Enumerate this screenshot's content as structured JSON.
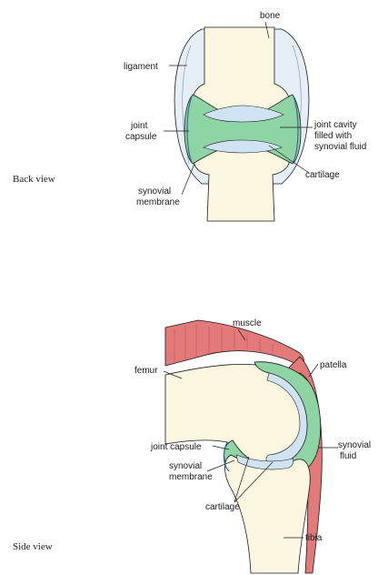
{
  "back_view": {
    "title": "Back view",
    "labels": {
      "bone": "bone",
      "ligament": "ligament",
      "joint_capsule_1": "joint",
      "joint_capsule_2": "capsule",
      "joint_cavity_1": "joint cavity",
      "joint_cavity_2": "filled with",
      "joint_cavity_3": "synovial fluid",
      "cartilage": "cartilage",
      "synovial_membrane_1": "synovial",
      "synovial_membrane_2": "membrane"
    }
  },
  "side_view": {
    "title": "Side view",
    "labels": {
      "muscle": "muscle",
      "femur": "femur",
      "patella": "patella",
      "joint_capsule": "joint capsule",
      "synovial_fluid_1": "synovial",
      "synovial_fluid_2": "fluid",
      "synovial_membrane_1": "synovial",
      "synovial_membrane_2": "membrane",
      "cartilage": "cartilage",
      "tibia": "tibia"
    }
  },
  "colors": {
    "bone": "#fbf6e0",
    "synovial_fluid": "#8fd4a4",
    "cartilage": "#cfe3f3",
    "ligament": "#e6eef6",
    "muscle": "#e27a7a",
    "outline": "#1a1a1a"
  }
}
